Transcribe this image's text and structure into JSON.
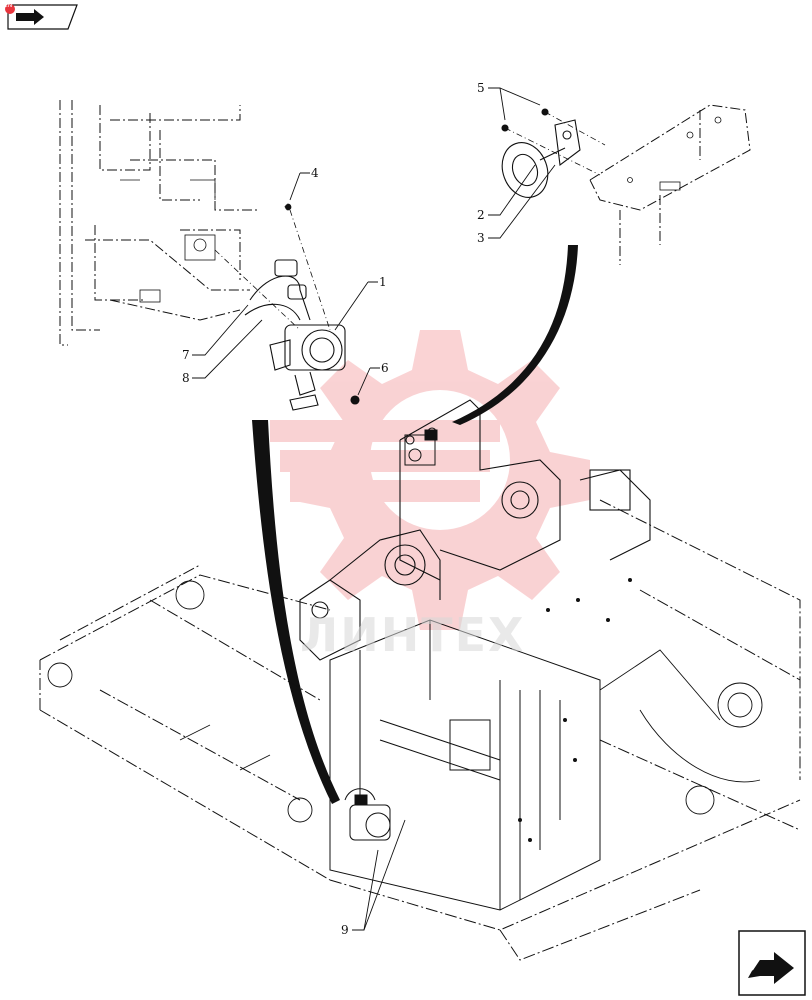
{
  "page": {
    "title": "",
    "watermark_text": "ЛИНТЕХ"
  },
  "navigation": {
    "prev_label": "",
    "next_label": "",
    "corner_badge": "EN"
  },
  "colors": {
    "line": "#111111",
    "watermark": "#e8353d",
    "background": "#ffffff",
    "badge": "#e8353d"
  },
  "callouts": [
    {
      "id": "1",
      "label": "1"
    },
    {
      "id": "2",
      "label": "2"
    },
    {
      "id": "3",
      "label": "3"
    },
    {
      "id": "4",
      "label": "4"
    },
    {
      "id": "5",
      "label": "5"
    },
    {
      "id": "6",
      "label": "6"
    },
    {
      "id": "7",
      "label": "7"
    },
    {
      "id": "8",
      "label": "8"
    },
    {
      "id": "9",
      "label": "9"
    }
  ],
  "icons": {
    "prev": "previous-page-arrow-icon",
    "next": "next-page-arrow-icon",
    "watermark": "gear-logo-watermark-icon"
  }
}
